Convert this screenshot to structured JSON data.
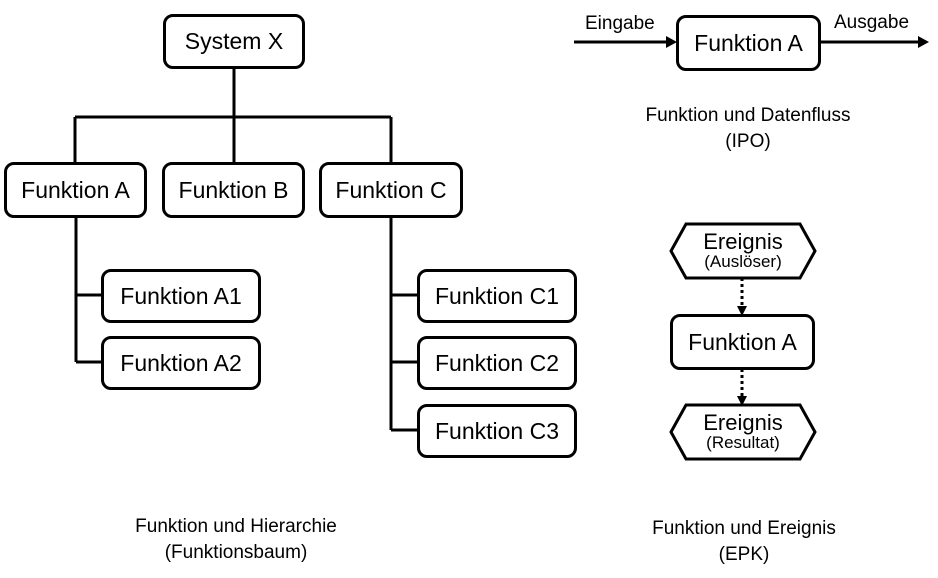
{
  "tree": {
    "root": "System X",
    "level1": [
      "Funktion A",
      "Funktion B",
      "Funktion C"
    ],
    "children_a": [
      "Funktion A1",
      "Funktion A2"
    ],
    "children_c": [
      "Funktion C1",
      "Funktion C2",
      "Funktion C3"
    ],
    "caption_line1": "Funktion und Hierarchie",
    "caption_line2": "(Funktionsbaum)"
  },
  "ipo": {
    "input_label": "Eingabe",
    "function_label": "Funktion A",
    "output_label": "Ausgabe",
    "caption_line1": "Funktion und Datenfluss",
    "caption_line2": "(IPO)"
  },
  "epk": {
    "trigger_event": "Ereignis",
    "trigger_event_sub": "(Auslöser)",
    "function_label": "Funktion A",
    "result_event": "Ereignis",
    "result_event_sub": "(Resultat)",
    "caption_line1": "Funktion und Ereignis",
    "caption_line2": "(EPK)"
  }
}
